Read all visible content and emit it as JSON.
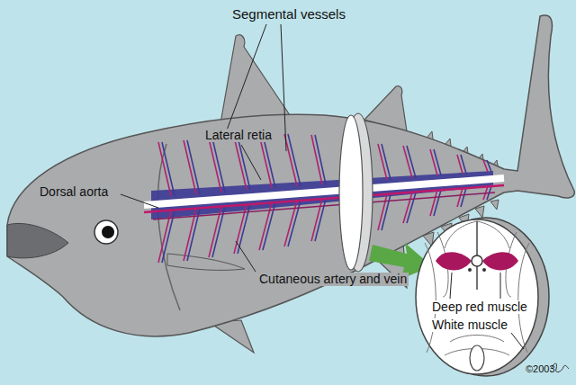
{
  "diagram": {
    "labels": [
      "Segmental vessels",
      "Lateral retia",
      "Dorsal aorta",
      "Cutaneous artery and vein",
      "Deep red muscle",
      "White muscle",
      "©2003"
    ]
  }
}
